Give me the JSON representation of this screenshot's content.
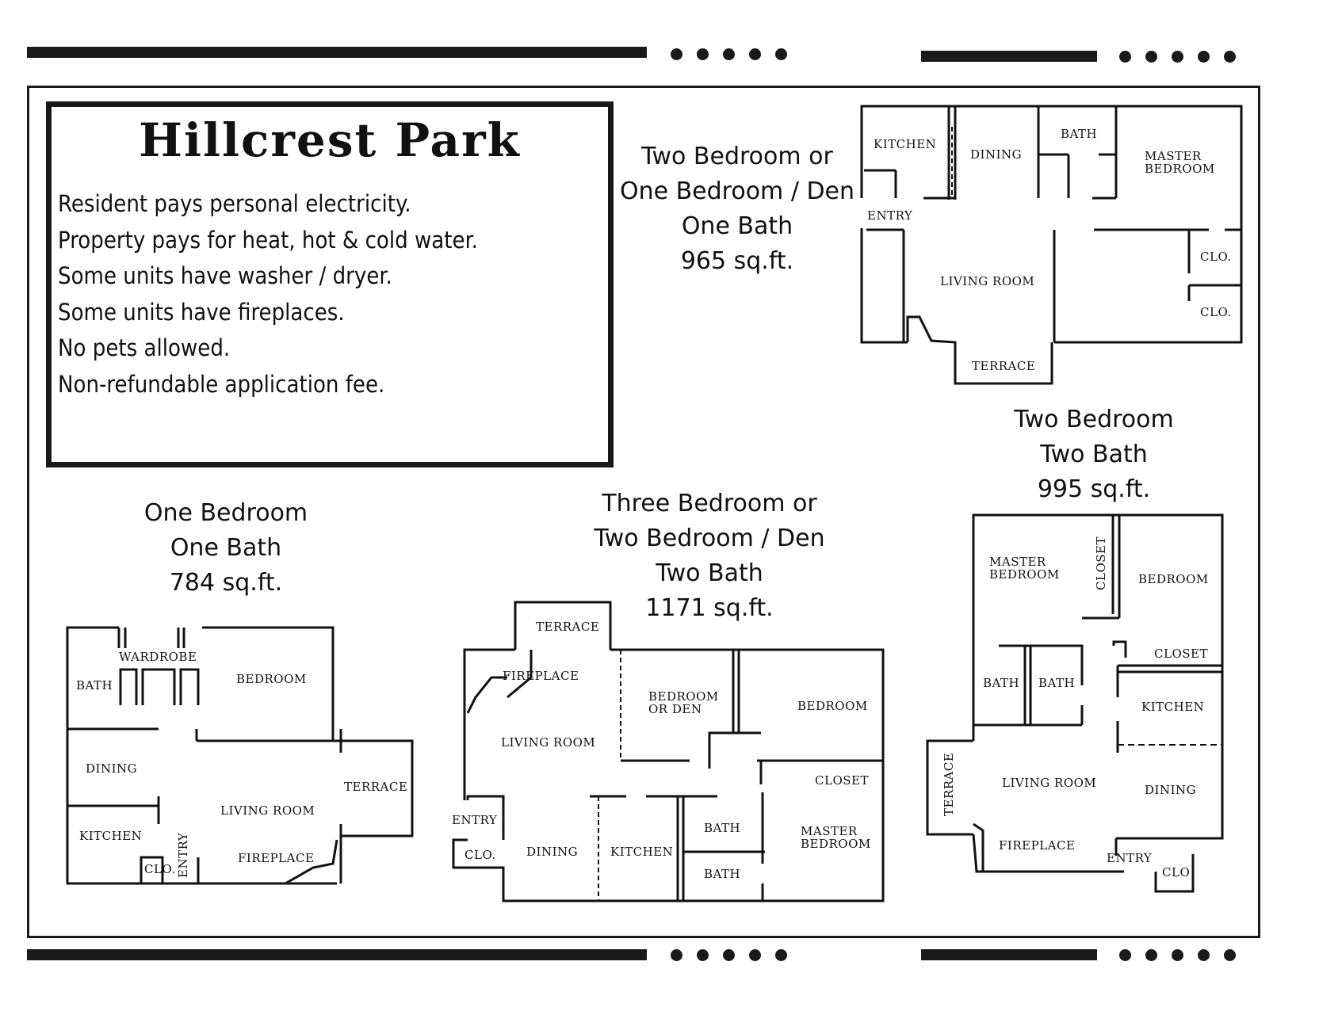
{
  "title": "Hillcrest Park",
  "notes": [
    "Resident pays personal electricity.",
    "Property pays for heat, hot & cold water.",
    "Some units have washer / dryer.",
    "Some units have fireplaces.",
    "No pets allowed.",
    "Non-refundable application fee."
  ],
  "plans": {
    "two_bed_one_bath": {
      "caption": [
        "Two Bedroom or",
        "One Bedroom / Den",
        "One Bath",
        "965 sq.ft."
      ],
      "rooms": {
        "kitchen": "KITCHEN",
        "dining": "DINING",
        "bath": "BATH",
        "master_l1": "MASTER",
        "master_l2": "BEDROOM",
        "entry": "ENTRY",
        "living": "LIVING ROOM",
        "clo1": "CLO.",
        "clo2": "CLO.",
        "terrace": "TERRACE"
      }
    },
    "one_bed": {
      "caption": [
        "One Bedroom",
        "One Bath",
        "784 sq.ft."
      ],
      "rooms": {
        "wardrobe": "WARDROBE",
        "bath": "BATH",
        "bedroom": "BEDROOM",
        "dining": "DINING",
        "terrace": "TERRACE",
        "kitchen": "KITCHEN",
        "living": "LIVING ROOM",
        "clo": "CLO.",
        "entry": "ENTRY",
        "fireplace": "FIREPLACE"
      }
    },
    "three_bed": {
      "caption": [
        "Three Bedroom or",
        "Two Bedroom / Den",
        "Two Bath",
        "1171 sq.ft."
      ],
      "rooms": {
        "terrace": "TERRACE",
        "fireplace": "FIREPLACE",
        "den_l1": "BEDROOM",
        "den_l2": "OR DEN",
        "bedroom": "BEDROOM",
        "living": "LIVING ROOM",
        "closet": "CLOSET",
        "entry": "ENTRY",
        "clo": "CLO.",
        "dining": "DINING",
        "kitchen": "KITCHEN",
        "bath1": "BATH",
        "bath2": "BATH",
        "master_l1": "MASTER",
        "master_l2": "BEDROOM"
      }
    },
    "two_bed_two_bath": {
      "caption": [
        "Two Bedroom",
        "Two Bath",
        "995 sq.ft."
      ],
      "rooms": {
        "master_l1": "MASTER",
        "master_l2": "BEDROOM",
        "closet_v": "CLOSET",
        "bedroom": "BEDROOM",
        "closet": "CLOSET",
        "bath1": "BATH",
        "bath2": "BATH",
        "kitchen": "KITCHEN",
        "terrace": "TERRACE",
        "living": "LIVING ROOM",
        "dining": "DINING",
        "fireplace": "FIREPLACE",
        "entry": "ENTRY",
        "clo": "CLO"
      }
    }
  }
}
